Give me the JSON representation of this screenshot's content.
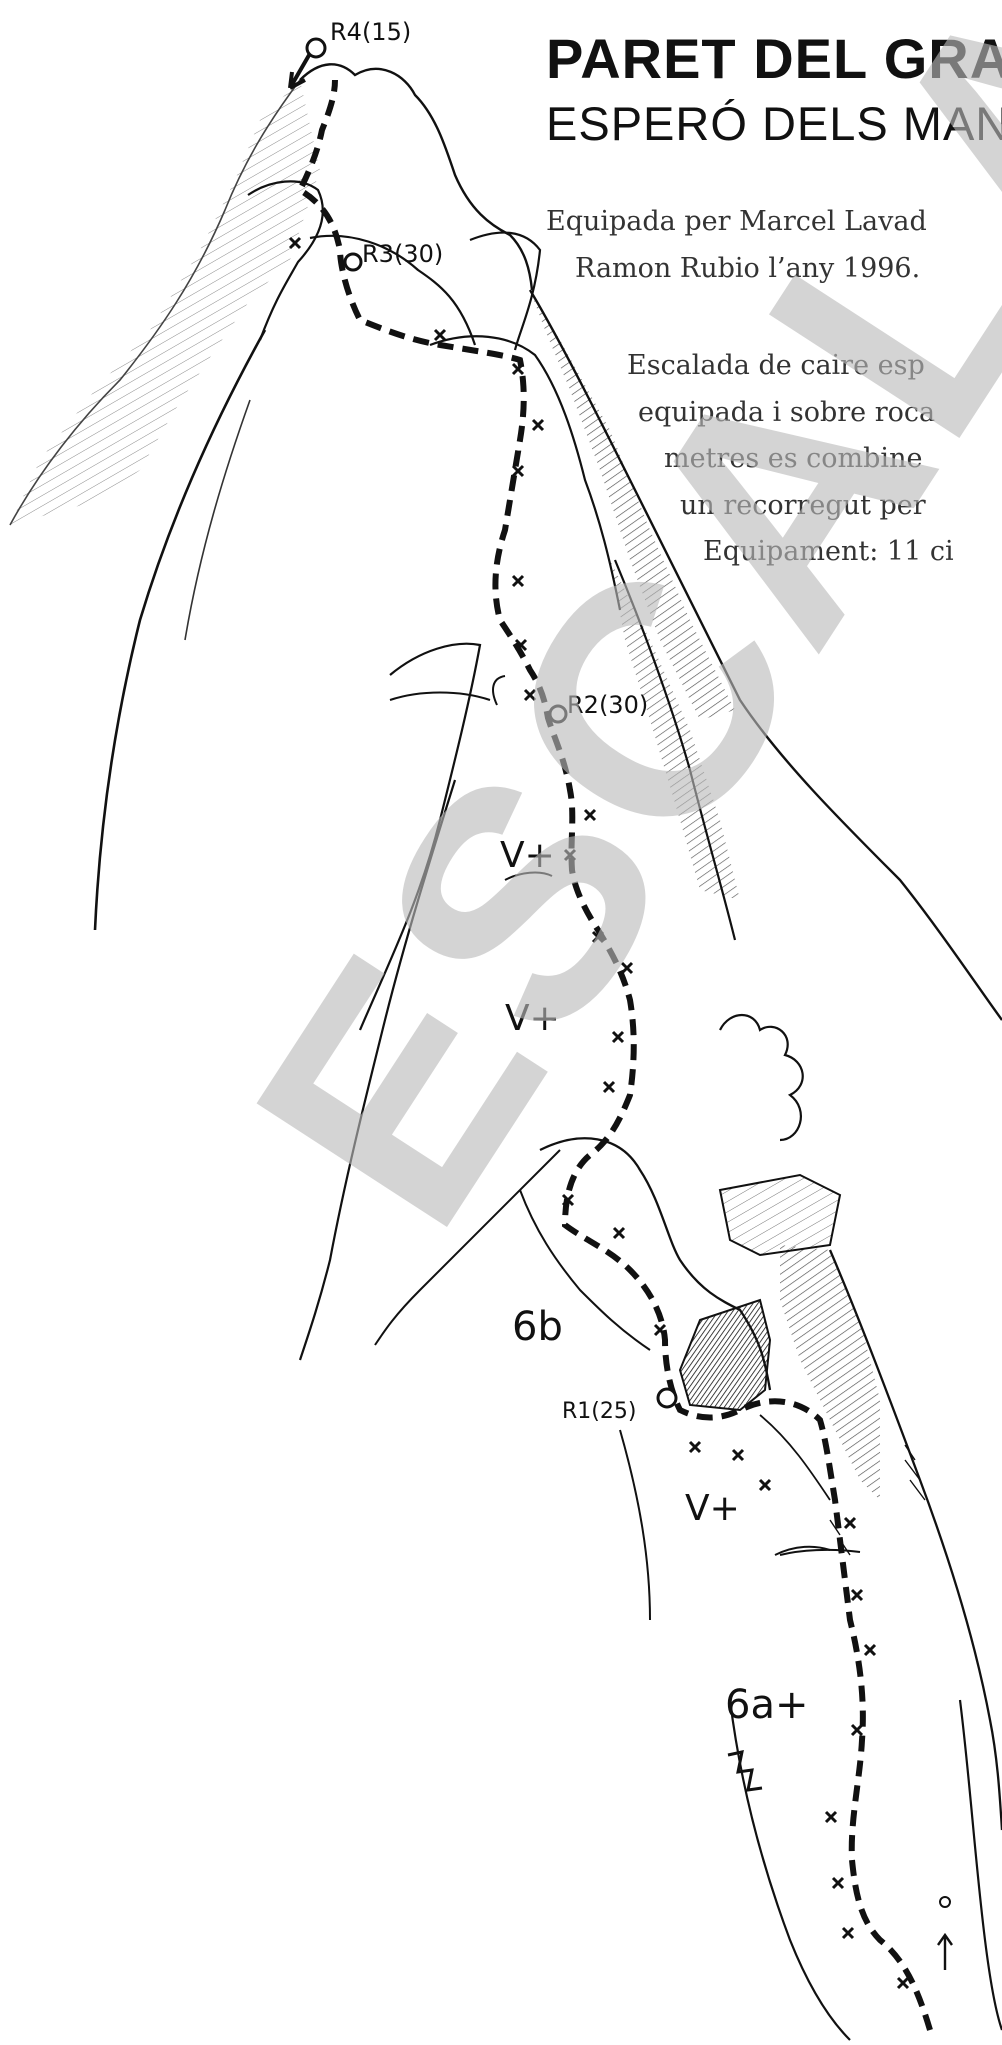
{
  "header": {
    "title": "PARET DEL GRA",
    "subtitle": "ESPERÓ DELS MAN"
  },
  "description": {
    "line1": "Equipada per Marcel Lavad",
    "line2": "Ramon Rubio l’any 1996.",
    "line3": "Escalada de caire esp",
    "line4": "equipada i sobre roca",
    "line5": "metres es combine",
    "line6": "un recorregut per",
    "line7": "Equipament: 11 ci"
  },
  "watermark": "ESCALATROC",
  "topo_labels": {
    "r4": "R4(15)",
    "r3": "R3(30)",
    "r2": "R2(30)",
    "r1": "R1(25)",
    "grade_p3a": "V+",
    "grade_p3b": "V+",
    "grade_p2": "6b",
    "grade_p1a": "V+",
    "grade_p1b": "6a+"
  },
  "colors": {
    "ink": "#111111",
    "watermark": "#b9b9b9"
  }
}
